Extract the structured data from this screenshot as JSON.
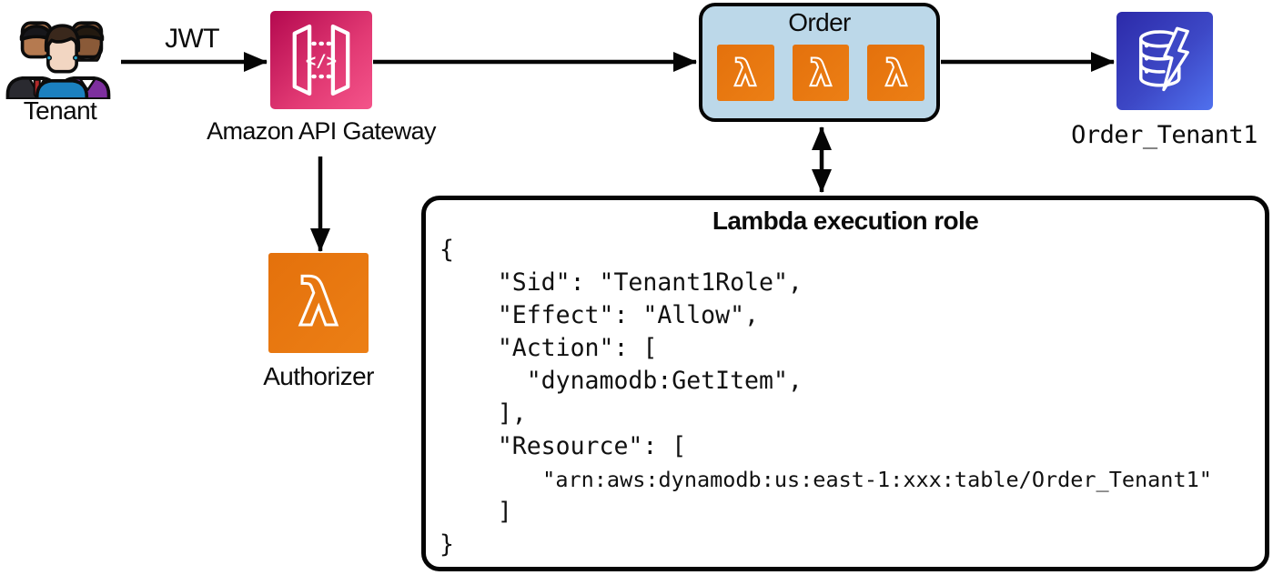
{
  "diagram": {
    "tenant": {
      "label": "Tenant"
    },
    "jwt_label": "JWT",
    "api_gateway": {
      "label": "Amazon API Gateway"
    },
    "order_group": {
      "title": "Order",
      "lambda_count": 3
    },
    "dynamodb": {
      "label": "Order_Tenant1"
    },
    "authorizer": {
      "label": "Authorizer"
    },
    "gateway_glyph": "</>",
    "role_box": {
      "title": "Lambda execution role",
      "code_lines": [
        "{",
        "    \"Sid\": \"Tenant1Role\",",
        "    \"Effect\": \"Allow\",",
        "    \"Action\": [",
        "      \"dynamodb:GetItem\",",
        "    ],",
        "    \"Resource\": [",
        "        \"arn:aws:dynamodb:us:east-1:xxx:table/Order_Tenant1\"",
        "    ]",
        "}"
      ]
    },
    "colors": {
      "api_gateway_gradient_start": "#B0084D",
      "api_gateway_gradient_end": "#FF4F8B",
      "lambda_orange": "#ED7100",
      "dynamodb_gradient_start": "#2E27AD",
      "dynamodb_gradient_end": "#527FFF",
      "order_box_fill": "#BCD8E9",
      "line_black": "#050505"
    }
  }
}
